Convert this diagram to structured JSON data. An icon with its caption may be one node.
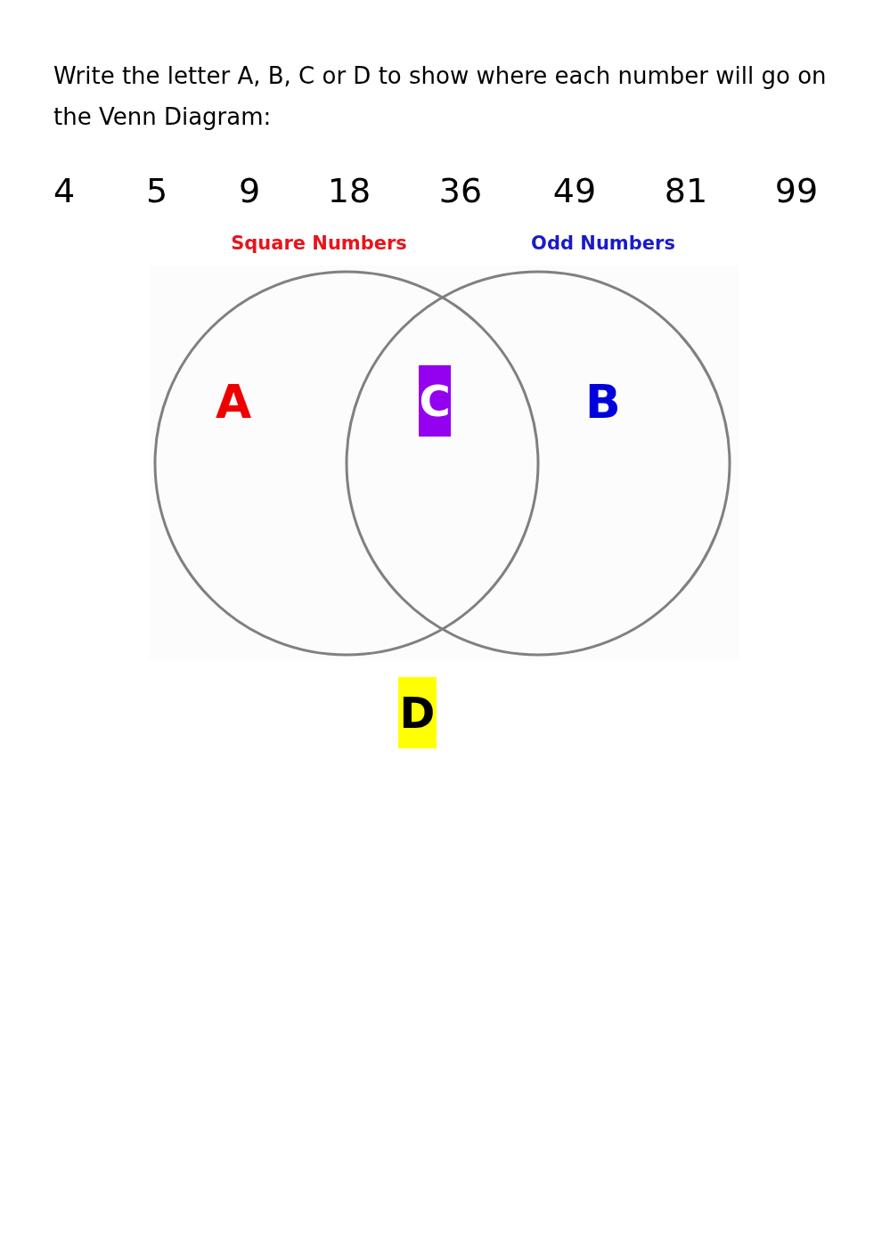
{
  "diagram": {
    "title": "Write the letter A, B, C or D to show where each number will go on the Venn Diagram:",
    "nodes": [
      {
        "text": [
          "Square Numbers",
          "A"
        ]
      },
      {
        "text": [
          "Odd Numbers",
          "B"
        ]
      },
      {
        "text": [
          "C"
        ]
      },
      {
        "text": [
          "D"
        ]
      }
    ],
    "edges": [],
    "labels": [
      "4",
      "5",
      "9",
      "18",
      "36",
      "49",
      "81",
      "99"
    ]
  }
}
